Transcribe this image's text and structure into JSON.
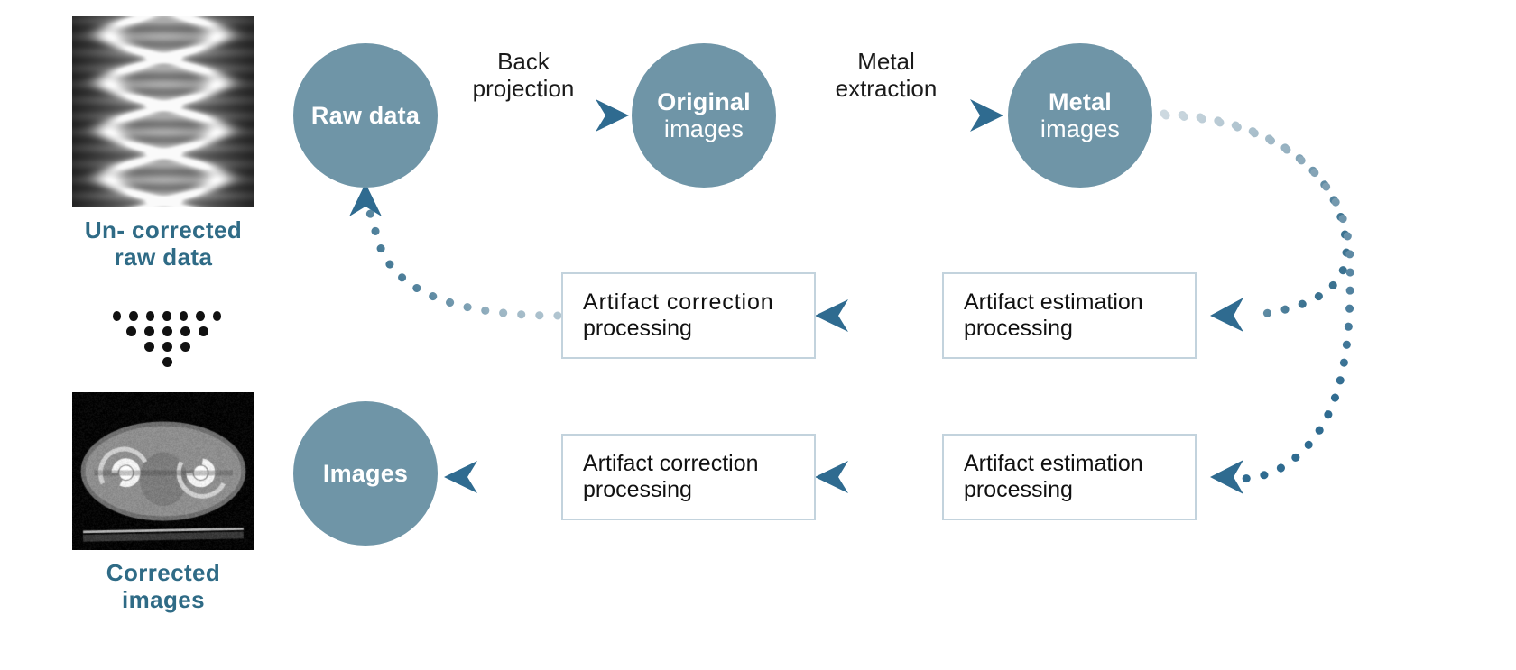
{
  "diagram": {
    "title": "CT metal artifact reduction processing flow",
    "colors": {
      "node_fill": "#6f95a7",
      "node_text": "#ffffff",
      "box_border": "#c3d3dd",
      "box_text": "#111111",
      "caption_text": "#2f6b86",
      "arrow_head_dark": "#2f6b86",
      "dot_light": "#bfd0da",
      "dot_dark": "#3b7290"
    }
  },
  "thumbnails": [
    {
      "id": "uncorrected-sinogram",
      "caption": "Un- corrected\nraw data",
      "kind": "sinogram"
    },
    {
      "id": "corrected-ct-slice",
      "caption": "Corrected\nimages",
      "kind": "ct-axial"
    }
  ],
  "separator": {
    "name": "dot-triangle",
    "rows": [
      7,
      5,
      3,
      1
    ]
  },
  "nodes": [
    {
      "id": "raw-data",
      "line1": "Raw data",
      "line2": "",
      "bold_line": 1
    },
    {
      "id": "original-images",
      "line1": "Original",
      "line2": "images",
      "bold_line": 1
    },
    {
      "id": "metal-images",
      "line1": "Metal",
      "line2": "images",
      "bold_line": 1
    },
    {
      "id": "images",
      "line1": "Images",
      "line2": "",
      "bold_line": 1
    }
  ],
  "boxes": [
    {
      "id": "artifact-correction-top",
      "line1": "Artifact  correction",
      "line2": "processing"
    },
    {
      "id": "artifact-estimation-top",
      "line1": "Artifact estimation",
      "line2": "processing"
    },
    {
      "id": "artifact-correction-bottom",
      "line1": "Artifact correction",
      "line2": "processing"
    },
    {
      "id": "artifact-estimation-bottom",
      "line1": "Artifact estimation",
      "line2": "processing"
    }
  ],
  "edge_labels": [
    {
      "id": "back-projection",
      "text": "Back\nprojection"
    },
    {
      "id": "metal-extraction",
      "text": "Metal\nextraction"
    }
  ],
  "flow": {
    "steps": [
      "Raw data -> Original images (Back projection)",
      "Original images -> Metal images (Metal extraction)",
      "Metal images -> Artifact estimation processing (raw-data domain)",
      "Artifact estimation processing -> Artifact correction processing (raw-data domain)",
      "Artifact correction processing -> Raw data",
      "Metal images -> Artifact estimation processing (image domain)",
      "Artifact estimation processing -> Artifact correction processing (image domain)",
      "Artifact correction processing -> Images"
    ]
  }
}
